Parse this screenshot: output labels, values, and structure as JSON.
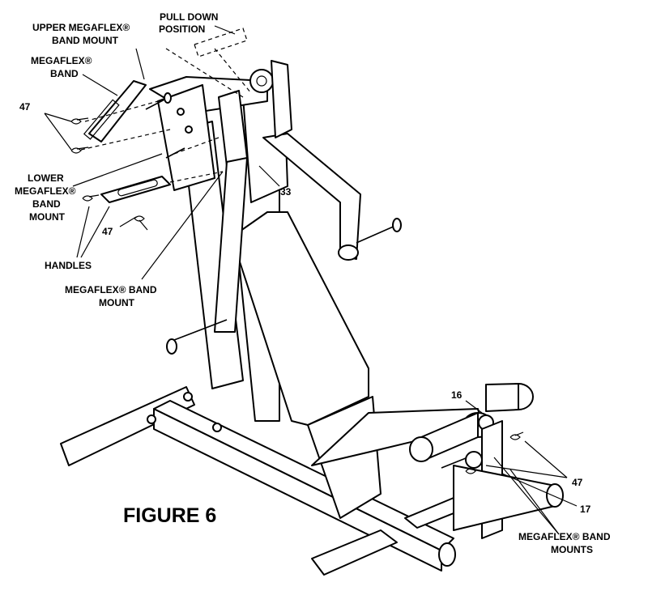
{
  "figure_title": "FIGURE 6",
  "labels": {
    "pull_down_1": "PULL DOWN",
    "pull_down_2": "POSITION",
    "upper_mount_1": "UPPER MEGAFLEX®",
    "upper_mount_2": "BAND MOUNT",
    "band_1": "MEGAFLEX®",
    "band_2": "BAND",
    "part_47_a": "47",
    "lower_mount_1": "LOWER",
    "lower_mount_2": "MEGAFLEX®",
    "lower_mount_3": "BAND",
    "lower_mount_4": "MOUNT",
    "part_47_b": "47",
    "part_33": "33",
    "handles": "HANDLES",
    "band_mount_1": "MEGAFLEX® BAND",
    "band_mount_2": "MOUNT",
    "part_16": "16",
    "part_47_c": "47",
    "part_17": "17",
    "band_mounts_1": "MEGAFLEX® BAND",
    "band_mounts_2": "MOUNTS"
  }
}
